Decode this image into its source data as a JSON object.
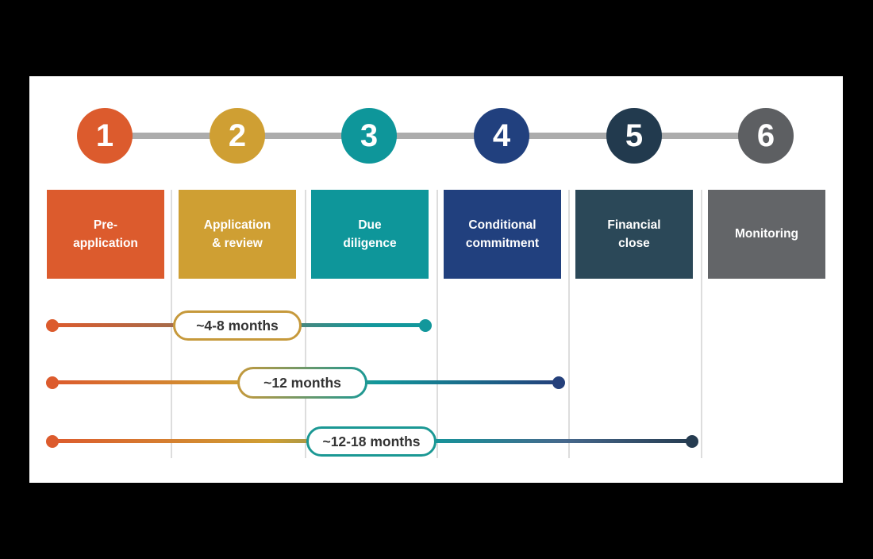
{
  "page": {
    "background": "#000000",
    "panel_background": "#FFFFFF"
  },
  "stepper": {
    "connector_color": "#ACACAC"
  },
  "steps": [
    {
      "number": "1",
      "label": "Pre-\napplication",
      "color": "#DC5B2D",
      "box_color": "#DC5B2D"
    },
    {
      "number": "2",
      "label": "Application\n& review",
      "color": "#CF9F33",
      "box_color": "#CF9F33"
    },
    {
      "number": "3",
      "label": "Due\ndiligence",
      "color": "#0E969A",
      "box_color": "#0E969A"
    },
    {
      "number": "4",
      "label": "Conditional\ncommitment",
      "color": "#21407E",
      "box_color": "#21407E"
    },
    {
      "number": "5",
      "label": "Financial\nclose",
      "color": "#223A4E",
      "box_color": "#2B4858"
    },
    {
      "number": "6",
      "label": "Monitoring",
      "color": "#5D5F62",
      "box_color": "#636568"
    }
  ],
  "timelines": [
    {
      "label": "~4-8 months",
      "start_step": 1,
      "end_step": 3,
      "start_color": "#DC5B2D",
      "end_color": "#12979B",
      "pill_border": "#C6993B"
    },
    {
      "label": "~12 months",
      "start_step": 1,
      "end_step": 4,
      "start_color": "#DC5B2D",
      "end_color": "#24407B",
      "pill_border": "gradient #C6993B to #1B9894"
    },
    {
      "label": "~12-18 months",
      "start_step": 1,
      "end_step": 5,
      "start_color": "#DC5B2D",
      "end_color": "#263C51",
      "pill_border": "#1B9894"
    }
  ],
  "divider_color": "#DDDDDD"
}
